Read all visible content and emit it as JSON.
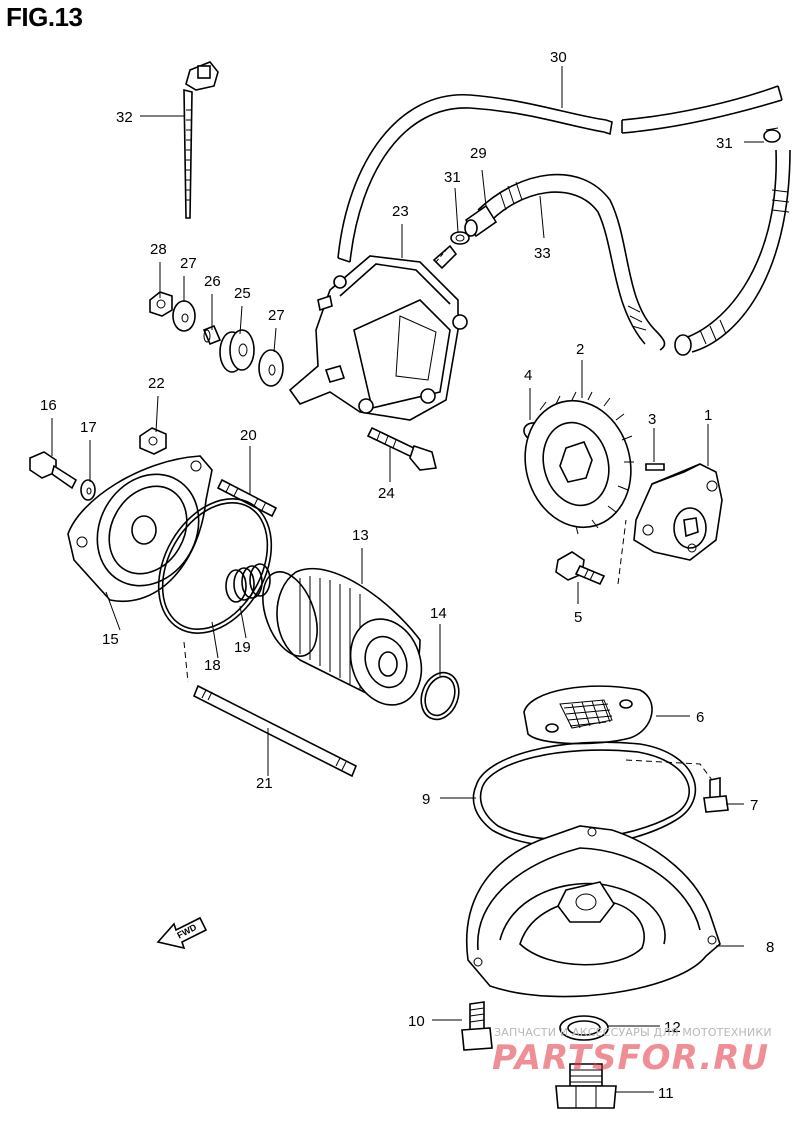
{
  "figure": {
    "title": "FIG.13"
  },
  "callouts": [
    {
      "id": "c1",
      "label": "1"
    },
    {
      "id": "c2",
      "label": "2"
    },
    {
      "id": "c3",
      "label": "3"
    },
    {
      "id": "c4",
      "label": "4"
    },
    {
      "id": "c5",
      "label": "5"
    },
    {
      "id": "c6",
      "label": "6"
    },
    {
      "id": "c7",
      "label": "7"
    },
    {
      "id": "c8",
      "label": "8"
    },
    {
      "id": "c9",
      "label": "9"
    },
    {
      "id": "c10",
      "label": "10"
    },
    {
      "id": "c11",
      "label": "11"
    },
    {
      "id": "c12",
      "label": "12"
    },
    {
      "id": "c13",
      "label": "13"
    },
    {
      "id": "c14",
      "label": "14"
    },
    {
      "id": "c15",
      "label": "15"
    },
    {
      "id": "c16",
      "label": "16"
    },
    {
      "id": "c17",
      "label": "17"
    },
    {
      "id": "c18",
      "label": "18"
    },
    {
      "id": "c19",
      "label": "19"
    },
    {
      "id": "c20",
      "label": "20"
    },
    {
      "id": "c21",
      "label": "21"
    },
    {
      "id": "c22",
      "label": "22"
    },
    {
      "id": "c23",
      "label": "23"
    },
    {
      "id": "c24",
      "label": "24"
    },
    {
      "id": "c25",
      "label": "25"
    },
    {
      "id": "c26",
      "label": "26"
    },
    {
      "id": "c27a",
      "label": "27"
    },
    {
      "id": "c27b",
      "label": "27"
    },
    {
      "id": "c28",
      "label": "28"
    },
    {
      "id": "c29",
      "label": "29"
    },
    {
      "id": "c30",
      "label": "30"
    },
    {
      "id": "c31a",
      "label": "31"
    },
    {
      "id": "c31b",
      "label": "31"
    },
    {
      "id": "c32",
      "label": "32"
    },
    {
      "id": "c33",
      "label": "33"
    }
  ],
  "fwd_arrow": {
    "label": "FWD"
  },
  "watermark": {
    "tagline": "ЗАПЧАСТИ И АКСЕССУАРЫ ДЛЯ МОТОТЕХНИКИ",
    "logo": "PARTSFOR.RU",
    "color": "#e2323c"
  }
}
